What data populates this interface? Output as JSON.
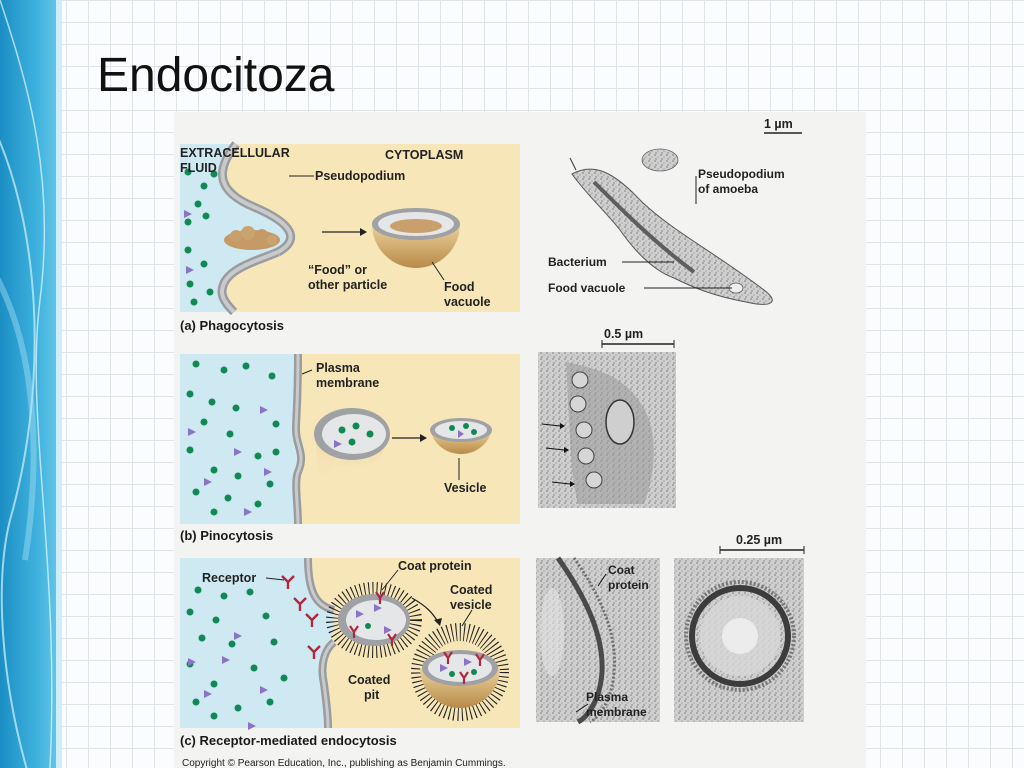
{
  "slide": {
    "title": "Endocitoza"
  },
  "figure": {
    "copyright": "Copyright © Pearson Education, Inc., publishing as Benjamin Cummings.",
    "panel_a": {
      "caption": "(a) Phagocytosis",
      "extracellular_label_1": "EXTRACELLULAR",
      "extracellular_label_2": "FLUID",
      "cytoplasm_label": "CYTOPLASM",
      "pseudopodium_label": "Pseudopodium",
      "food_label_1": "“Food” or",
      "food_label_2": "other particle",
      "food_vacuole_label_1": "Food",
      "food_vacuole_label_2": "vacuole",
      "micrograph": {
        "scale": "1 µm",
        "pseudopodium_label_1": "Pseudopodium",
        "pseudopodium_label_2": "of amoeba",
        "bacterium_label": "Bacterium",
        "food_vacuole_label": "Food vacuole"
      }
    },
    "panel_b": {
      "caption": "(b) Pinocytosis",
      "plasma_membrane_label_1": "Plasma",
      "plasma_membrane_label_2": "membrane",
      "vesicle_label": "Vesicle",
      "micrograph": {
        "scale": "0.5 µm"
      }
    },
    "panel_c": {
      "caption": "(c) Receptor-mediated endocytosis",
      "receptor_label": "Receptor",
      "coat_protein_label": "Coat protein",
      "coated_vesicle_label_1": "Coated",
      "coated_vesicle_label_2": "vesicle",
      "coated_pit_label_1": "Coated",
      "coated_pit_label_2": "pit",
      "micrograph": {
        "scale": "0.25 µm",
        "coat_label_1": "Coat",
        "coat_label_2": "protein",
        "plasma_label_1": "Plasma",
        "plasma_label_2": "membrane"
      }
    }
  },
  "colors": {
    "extracellular": "#cfe9f3",
    "cytoplasm": "#f6e6b8",
    "particle_green": "#0f8a55",
    "particle_purple": "#8b74c4",
    "receptor_red": "#b0283e",
    "membrane_gray": "#a7a9ac",
    "sidebar_blue": "#2a9fd1"
  }
}
